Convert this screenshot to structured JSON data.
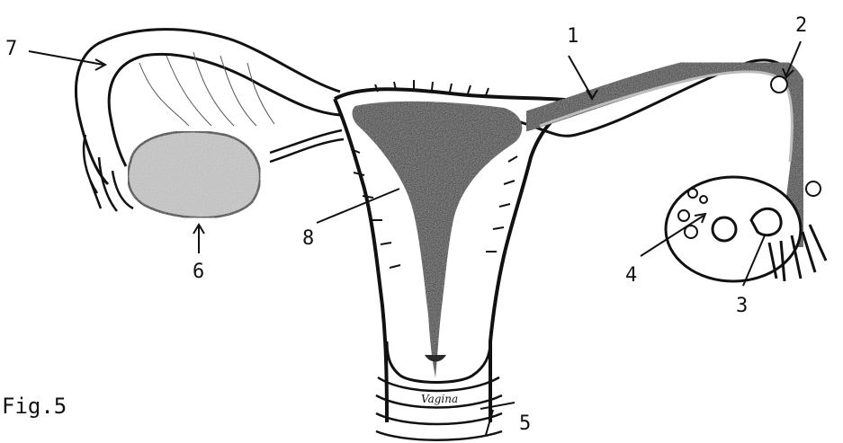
{
  "figure": {
    "caption": "Fig.5"
  },
  "callouts": [
    "1",
    "2",
    "3",
    "4",
    "5",
    "6",
    "7",
    "8"
  ],
  "inline_text": {
    "vagina": "Vagina"
  },
  "colors": {
    "ink": "#111111",
    "tissue_dark": "#2b2b2b",
    "tissue_mid": "#6f6f6f",
    "tissue_light": "#bdbdbd",
    "paper": "#ffffff"
  }
}
